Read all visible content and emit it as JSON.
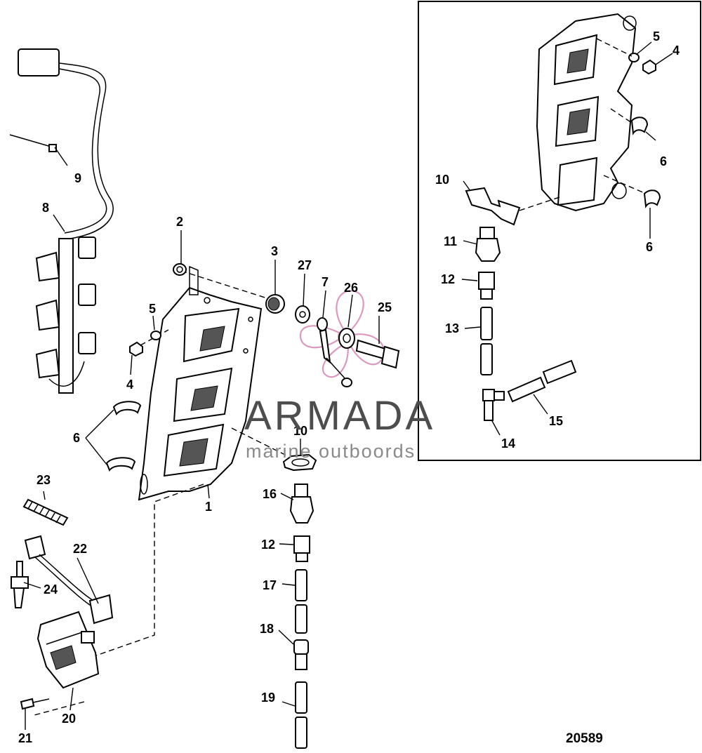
{
  "figure": {
    "id": "20589"
  },
  "watermark": {
    "title": "ARMADA",
    "subtitle": "marine outboords",
    "logo_color": "#d98fb9",
    "text_color": "#4d4d4d"
  },
  "callouts": {
    "main": [
      "1",
      "2",
      "3",
      "4",
      "5",
      "6",
      "7",
      "8",
      "9",
      "10",
      "12",
      "16",
      "17",
      "18",
      "19",
      "20",
      "21",
      "22",
      "23",
      "24",
      "25",
      "26",
      "27"
    ],
    "inset": [
      "4",
      "5",
      "6",
      "6",
      "10",
      "11",
      "12",
      "13",
      "14",
      "15"
    ]
  },
  "parts": [
    {
      "n": "1",
      "shape": "ignition coil mounting plate"
    },
    {
      "n": "8",
      "shape": "ignition wiring harness"
    },
    {
      "n": "9",
      "shape": "cable tie"
    },
    {
      "n": "16",
      "shape": "pressure sensor"
    },
    {
      "n": "20",
      "shape": "ignition coil"
    },
    {
      "n": "22",
      "shape": "spark plug lead"
    },
    {
      "n": "23",
      "shape": "spring"
    },
    {
      "n": "24",
      "shape": "spark plug"
    },
    {
      "n": "25",
      "shape": "bolt"
    }
  ]
}
